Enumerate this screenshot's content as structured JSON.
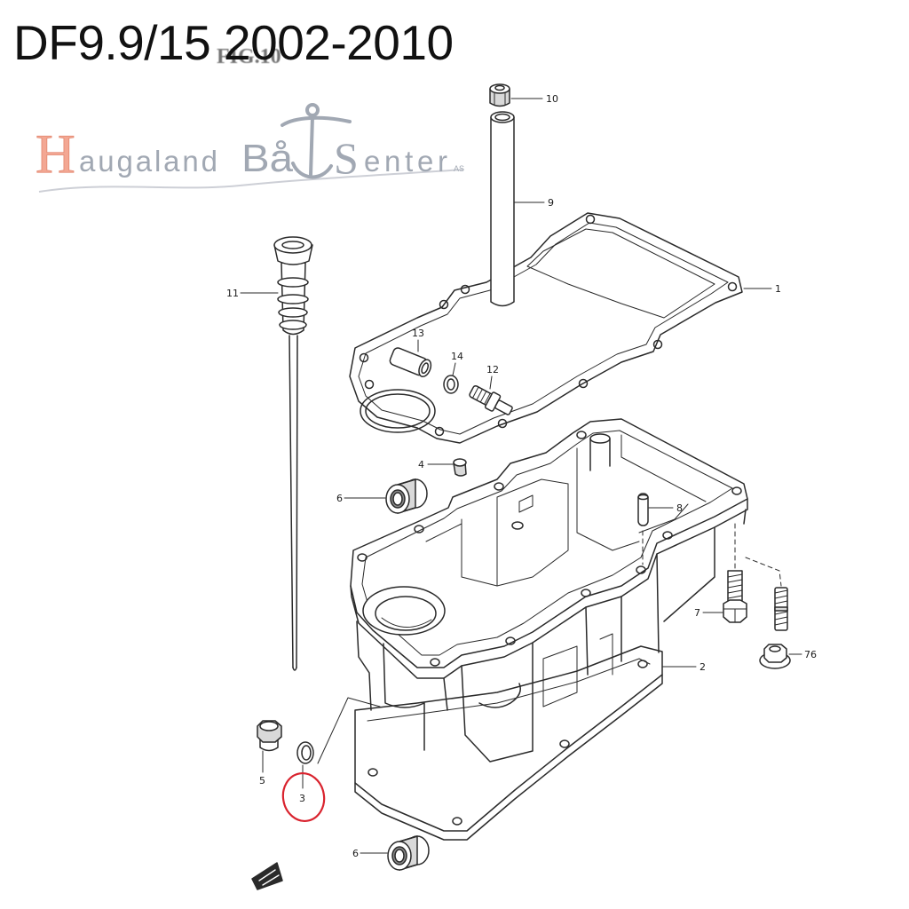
{
  "title": "DF9.9/15 2002-2010",
  "figure_label": "FIG.10",
  "logo": {
    "initial_1": "H",
    "word_1": "augaland",
    "word_2": "Bå",
    "initial_3": "S",
    "word_3": "enter",
    "suffix": "AS",
    "icon": "anchor-icon"
  },
  "callouts": [
    {
      "label": "10"
    },
    {
      "label": "9"
    },
    {
      "label": "1"
    },
    {
      "label": "11"
    },
    {
      "label": "13"
    },
    {
      "label": "14"
    },
    {
      "label": "12"
    },
    {
      "label": "4"
    },
    {
      "label": "6"
    },
    {
      "label": "8"
    },
    {
      "label": "7"
    },
    {
      "label": "76"
    },
    {
      "label": "2"
    },
    {
      "label": "5"
    },
    {
      "label": "3",
      "highlighted": true
    },
    {
      "label": "6"
    }
  ],
  "colors": {
    "line": "#2a2a2a",
    "highlight": "#d9232e",
    "logo_accent": "#f2a08a",
    "logo_text": "#9aa1ad",
    "title": "#111111"
  }
}
